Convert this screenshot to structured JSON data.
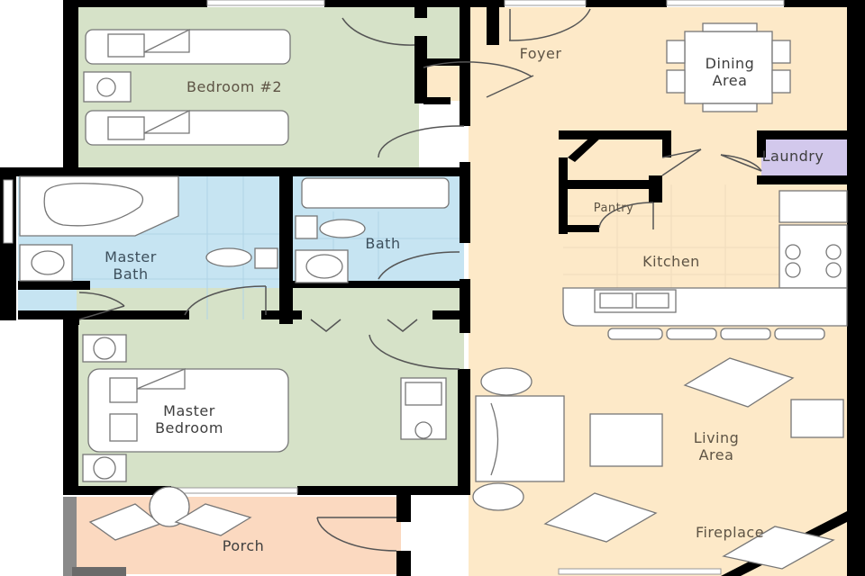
{
  "floorplan": {
    "colors": {
      "bedroom_green": "#d6e2c8",
      "bath_blue": "#c6e4f2",
      "living_cream": "#fde9c8",
      "laundry_purple": "#d2c8ec",
      "porch_peach": "#fbd9c0",
      "wall": "#000000",
      "furniture": "#ffffff"
    },
    "rooms": [
      {
        "id": "bedroom2",
        "label": "Bedroom #2"
      },
      {
        "id": "foyer",
        "label": "Foyer"
      },
      {
        "id": "dining",
        "label": "Dining\nArea"
      },
      {
        "id": "laundry",
        "label": "Laundry"
      },
      {
        "id": "pantry",
        "label": "Pantry"
      },
      {
        "id": "kitchen",
        "label": "Kitchen"
      },
      {
        "id": "master_bath",
        "label": "Master\nBath"
      },
      {
        "id": "bath",
        "label": "Bath"
      },
      {
        "id": "master_bedroom",
        "label": "Master\nBedroom"
      },
      {
        "id": "living",
        "label": "Living\nArea"
      },
      {
        "id": "fireplace",
        "label": "Fireplace"
      },
      {
        "id": "porch",
        "label": "Porch"
      }
    ]
  }
}
